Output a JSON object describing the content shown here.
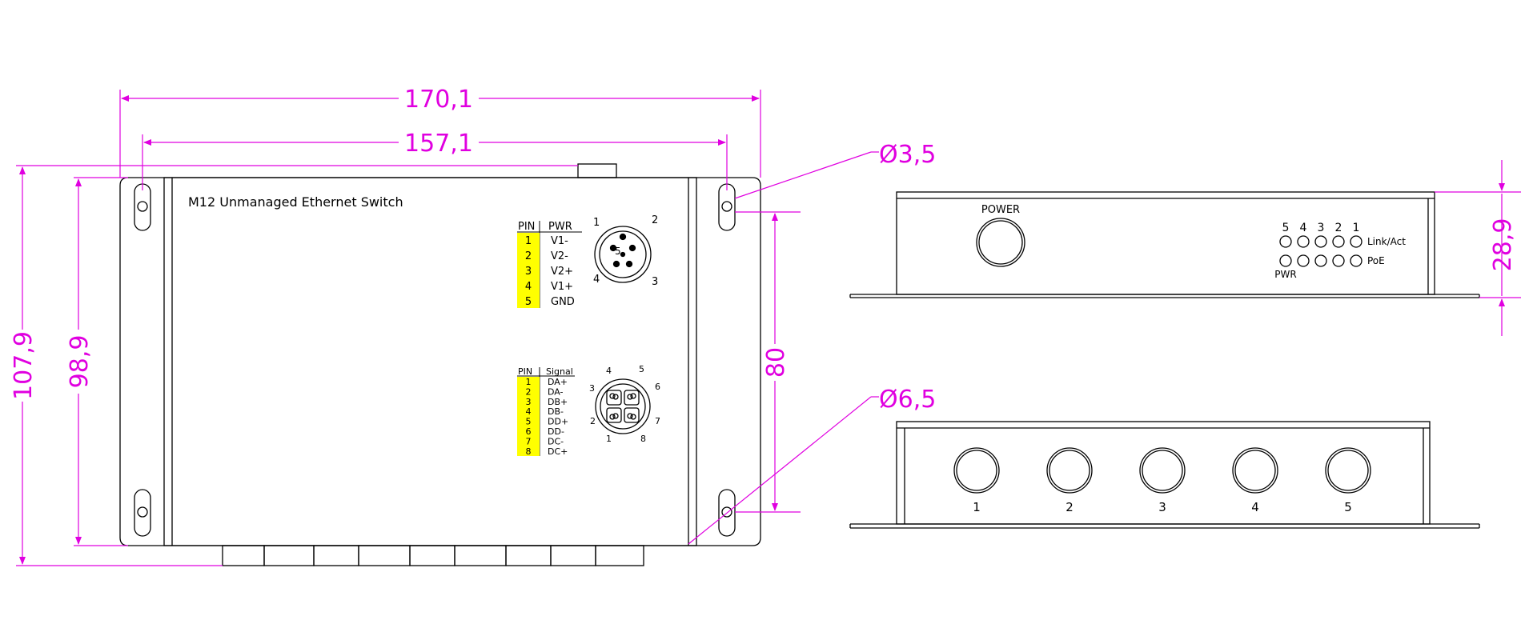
{
  "dimensions": {
    "overall_width": "170,1",
    "hole_pitch_width": "157,1",
    "hole_small_diameter": "Ø3,5",
    "hole_large_diameter": "Ø6,5",
    "overall_height": "107,9",
    "body_height": "98,9",
    "hole_pitch_height": "80",
    "depth": "28,9"
  },
  "front_panel": {
    "title": "M12 Unmanaged Ethernet Switch",
    "power_table": {
      "headers": [
        "PIN",
        "PWR"
      ],
      "rows": [
        [
          "1",
          "V1-"
        ],
        [
          "2",
          "V2-"
        ],
        [
          "3",
          "V2+"
        ],
        [
          "4",
          "V1+"
        ],
        [
          "5",
          "GND"
        ]
      ]
    },
    "power_connector_pins": [
      "1",
      "2",
      "3",
      "4",
      "5"
    ],
    "signal_table": {
      "headers": [
        "PIN",
        "Signal"
      ],
      "rows": [
        [
          "1",
          "DA+"
        ],
        [
          "2",
          "DA-"
        ],
        [
          "3",
          "DB+"
        ],
        [
          "4",
          "DB-"
        ],
        [
          "5",
          "DD+"
        ],
        [
          "6",
          "DD-"
        ],
        [
          "7",
          "DC-"
        ],
        [
          "8",
          "DC+"
        ]
      ]
    },
    "signal_connector_pins": [
      "1",
      "2",
      "3",
      "4",
      "5",
      "6",
      "7",
      "8"
    ]
  },
  "top_view": {
    "power_label": "POWER",
    "port_numbers": [
      "5",
      "4",
      "3",
      "2",
      "1"
    ],
    "link_label": "Link/Act",
    "poe_label": "PoE",
    "pwr_label": "PWR"
  },
  "side_view": {
    "ports": [
      "1",
      "2",
      "3",
      "4",
      "5"
    ]
  },
  "colors": {
    "dimension": "#e000e0",
    "highlight": "#ffff00",
    "outline": "#000000"
  }
}
